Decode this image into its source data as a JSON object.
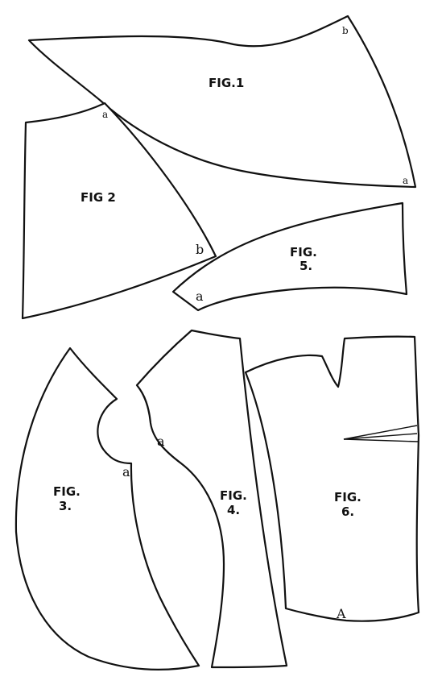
{
  "figures": {
    "fig1": {
      "label": "FIG.1",
      "points": [
        "b",
        "a"
      ]
    },
    "fig2": {
      "label": "FIG 2",
      "points": [
        "a",
        "b"
      ]
    },
    "fig3": {
      "label_line1": "FIG.",
      "label_line2": "3.",
      "points": [
        "a"
      ]
    },
    "fig4": {
      "label_line1": "FIG.",
      "label_line2": "4.",
      "points": [
        "a"
      ]
    },
    "fig5": {
      "label_line1": "FIG.",
      "label_line2": "5.",
      "points": [
        "a"
      ]
    },
    "fig6": {
      "label_line1": "FIG.",
      "label_line2": "6.",
      "points": [
        "A"
      ]
    }
  },
  "colors": {
    "ink": "#111111",
    "paper": "#ffffff"
  }
}
